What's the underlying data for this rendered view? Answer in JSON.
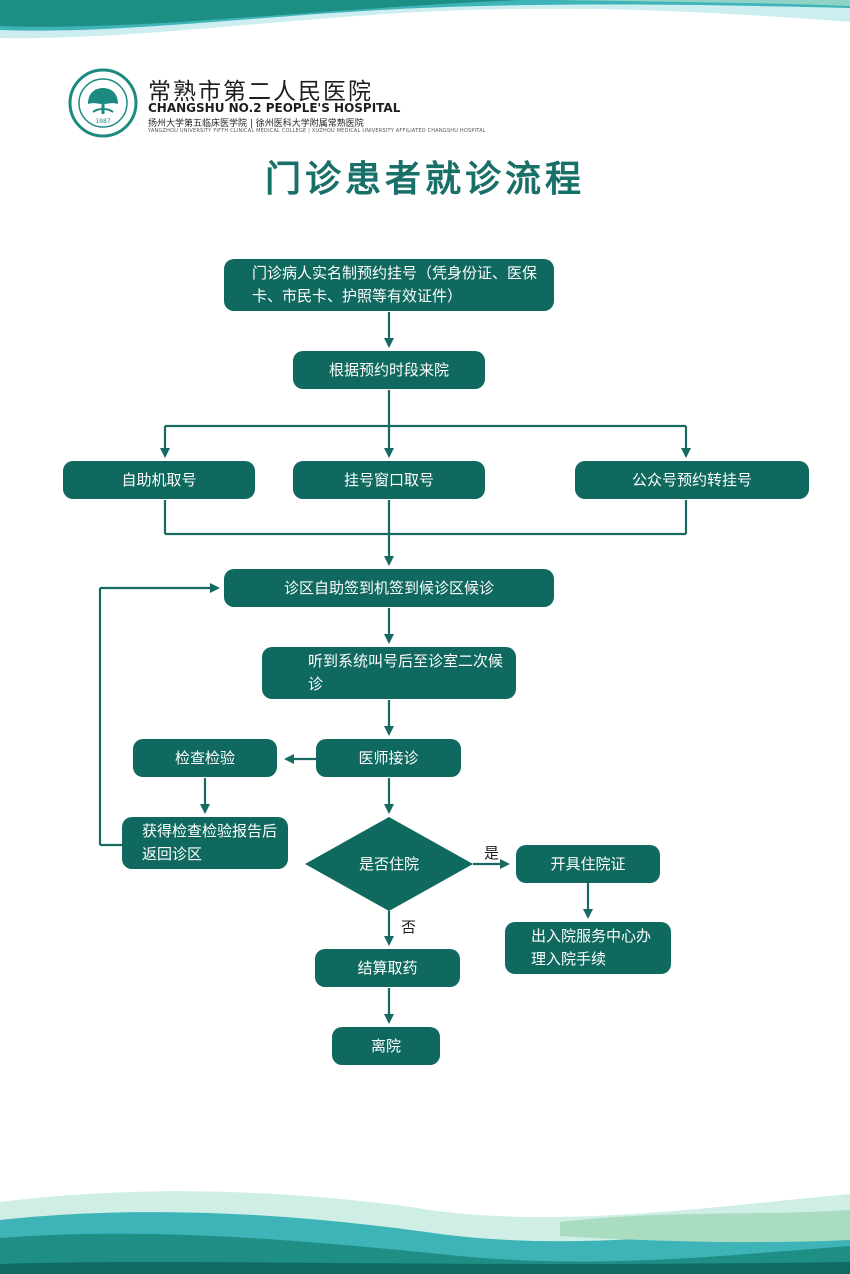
{
  "header": {
    "hospital_cn": "常熟市第二人民医院",
    "hospital_en": "CHANGSHU NO.2 PEOPLE'S HOSPITAL",
    "affiliation": "扬州大学第五临床医学院 | 徐州医科大学附属常熟医院",
    "affiliation_en": "YANGZHOU UNIVERSITY FIFTH CLINICAL MEDICAL COLLEGE | XUZHOU MEDICAL UNIVERSITY AFFILIATED CHANGSHU HOSPITAL",
    "logo_year": "1987"
  },
  "title": "门诊患者就诊流程",
  "nodes": {
    "register": "门诊病人实名制预约挂号（凭身份证、医保卡、市民卡、护照等有效证件）",
    "arrive": "根据预约时段来院",
    "kiosk": "自助机取号",
    "window": "挂号窗口取号",
    "wechat": "公众号预约转挂号",
    "checkin": "诊区自助签到机签到候诊区候诊",
    "called": "听到系统叫号后至诊室二次候诊",
    "doctor": "医师接诊",
    "exam": "检查检验",
    "report": "获得检查检验报告后返回诊区",
    "hospitalize_q": "是否住院",
    "admit": "开具住院证",
    "admission_center": "出入院服务中心办理入院手续",
    "pay": "结算取药",
    "leave": "离院"
  },
  "edges": {
    "yes": "是",
    "no": "否"
  },
  "colors": {
    "node_fill": "#10695f",
    "title": "#197068",
    "line": "#176a62"
  }
}
